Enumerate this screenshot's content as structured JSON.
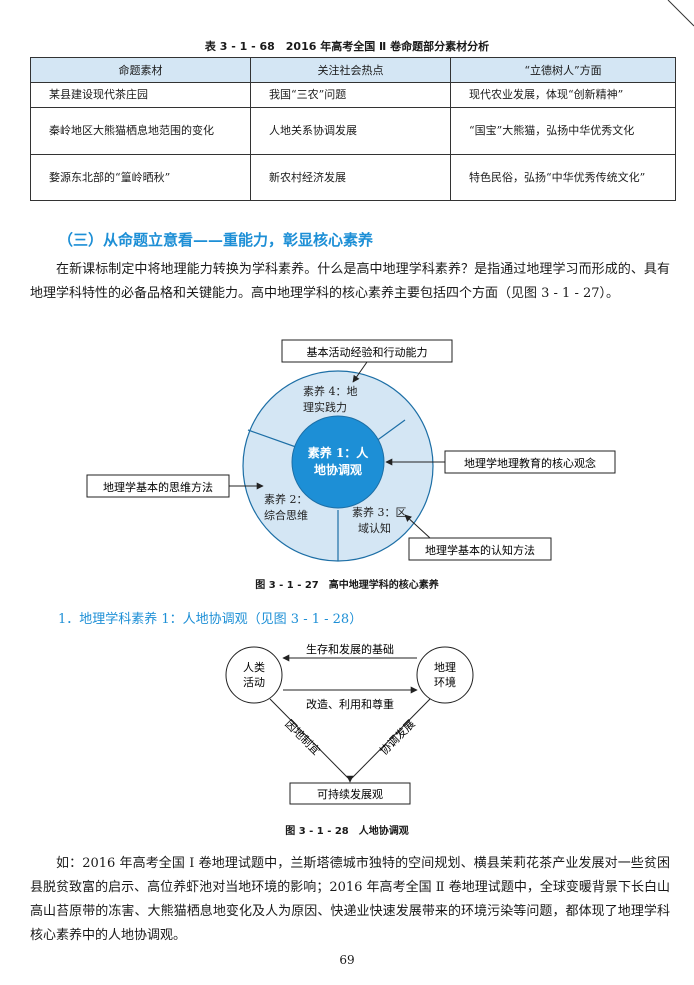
{
  "table": {
    "title": "表 3 - 1 - 68　2016 年高考全国 Ⅱ 卷命题部分素材分析",
    "headers": [
      "命题素材",
      "关注社会热点",
      "“立德树人”方面"
    ],
    "rows": [
      [
        "某县建设现代茶庄园",
        "我国“三农”问题",
        "现代农业发展，体现“创新精神”"
      ],
      [
        "秦岭地区大熊猫栖息地范围的变化",
        "人地关系协调发展",
        "“国宝”大熊猫，弘扬中华优秀文化"
      ],
      [
        "婺源东北部的“篁岭晒秋”",
        "新农村经济发展",
        "特色民俗，弘扬“中华优秀传统文化”"
      ]
    ]
  },
  "section_heading": "（三）从命题立意看——重能力，彰显核心素养",
  "paragraph1": "在新课标制定中将地理能力转换为学科素养。什么是高中地理学科素养？是指通过地理学习而形成的、具有地理学科特性的必备品格和关键能力。高中地理学科的核心素养主要包括四个方面（见图 3 - 1 - 27）。",
  "figure1": {
    "center": [
      "素养 1：人",
      "地协调观"
    ],
    "seg_top": [
      "素养 4：地",
      "理实践力"
    ],
    "seg_left": [
      "素养 2：",
      "综合思维"
    ],
    "seg_right": [
      "素养 3：区",
      "域认知"
    ],
    "box_top": "基本活动经验和行动能力",
    "box_left": "地理学基本的思维方法",
    "box_right": "地理学地理教育的核心观念",
    "box_bottom": "地理学基本的认知方法",
    "caption": "图 3 - 1 - 27　高中地理学科的核心素养",
    "colors": {
      "ring": "#d4e6f4",
      "center": "#1d8fd6",
      "stroke": "#1d6fa6"
    }
  },
  "sub_heading": "1．地理学科素养 1：人地协调观（见图 3 - 1 - 28）",
  "figure2": {
    "left_circle": [
      "人类",
      "活动"
    ],
    "right_circle": [
      "地理",
      "环境"
    ],
    "top_arrow": "生存和发展的基础",
    "bottom_arrow": "改造、利用和尊重",
    "left_diag": "因地制宜",
    "right_diag": "协调发展",
    "bottom_box": "可持续发展观",
    "caption": "图 3 - 1 - 28　人地协调观"
  },
  "paragraph2": "如：2016 年高考全国 Ⅰ 卷地理试题中，兰斯塔德城市独特的空间规划、横县茉莉花茶产业发展对一些贫困县脱贫致富的启示、高位养虾池对当地环境的影响；2016 年高考全国 Ⅱ 卷地理试题中，全球变暖背景下长白山高山苔原带的冻害、大熊猫栖息地变化及人为原因、快递业快速发展带来的环境污染等问题，都体现了地理学科核心素养中的人地协调观。",
  "page_number": "69"
}
